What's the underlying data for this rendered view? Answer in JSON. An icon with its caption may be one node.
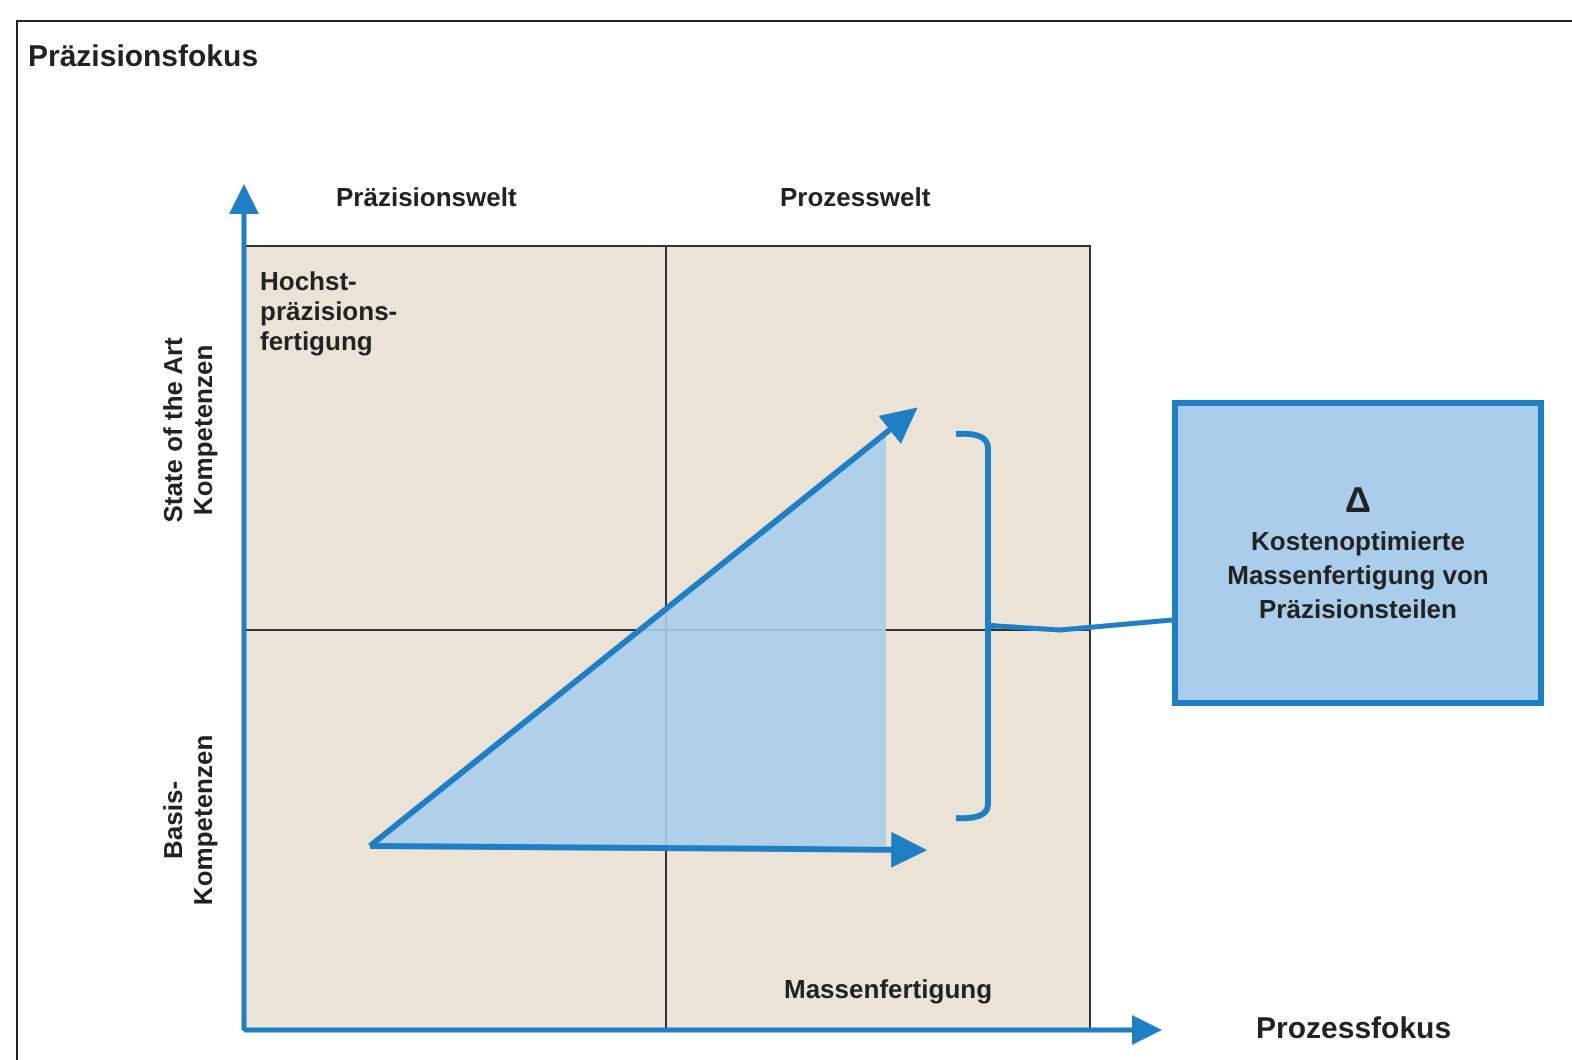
{
  "diagram": {
    "nodes": [
      {
        "text": [
          "Δ",
          "Kostenoptimierte Massenfertigung von Präzisionsteilen"
        ]
      },
      {
        "text": [],
        "shape": "bracket"
      }
    ],
    "edges": [
      {
        "from": 0,
        "to": 1,
        "arrow": "none"
      }
    ],
    "labels": [
      "Präzisionsfokus",
      "Präzisionswelt",
      "Prozesswelt",
      "State of the Art Kompetenzen",
      "Hochst-präzisions-fertigung",
      "Basis-Kompetenzen",
      "Massenfertigung",
      "Prozessfokus"
    ]
  }
}
